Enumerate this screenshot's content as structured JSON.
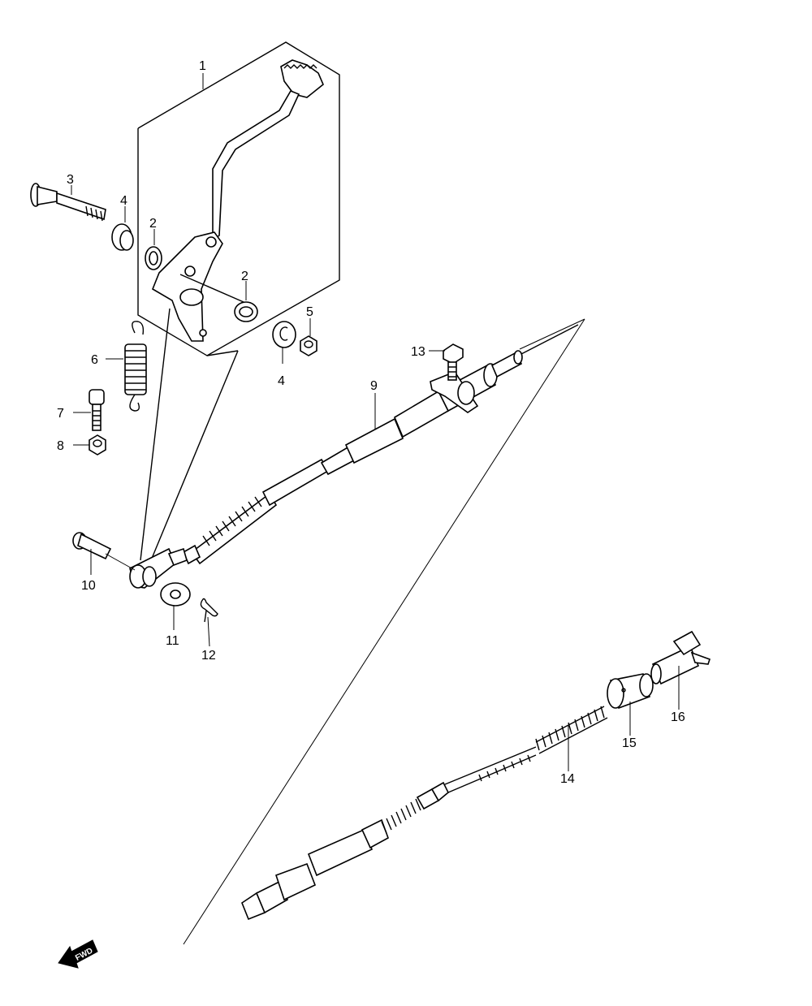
{
  "callouts": [
    {
      "id": "1",
      "text": "1"
    },
    {
      "id": "2a",
      "text": "2"
    },
    {
      "id": "2b",
      "text": "2"
    },
    {
      "id": "3",
      "text": "3"
    },
    {
      "id": "4a",
      "text": "4"
    },
    {
      "id": "4b",
      "text": "4"
    },
    {
      "id": "5",
      "text": "5"
    },
    {
      "id": "6",
      "text": "6"
    },
    {
      "id": "7",
      "text": "7"
    },
    {
      "id": "8",
      "text": "8"
    },
    {
      "id": "9",
      "text": "9"
    },
    {
      "id": "10",
      "text": "10"
    },
    {
      "id": "11",
      "text": "11"
    },
    {
      "id": "12",
      "text": "12"
    },
    {
      "id": "13",
      "text": "13"
    },
    {
      "id": "14",
      "text": "14"
    },
    {
      "id": "15",
      "text": "15"
    },
    {
      "id": "16",
      "text": "16"
    }
  ],
  "fwd_label": "FWD",
  "icons": [
    "fwd-arrow-icon"
  ]
}
